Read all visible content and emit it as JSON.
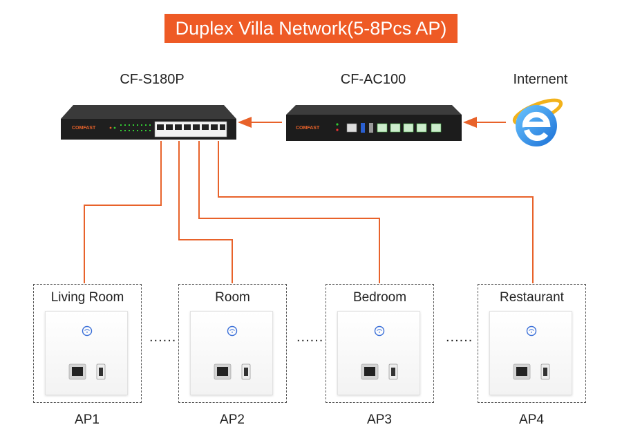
{
  "title": "Duplex Villa Network(5-8Pcs AP)",
  "devices": {
    "switch": {
      "model": "CF-S180P",
      "brand": "COMFAST"
    },
    "controller": {
      "model": "CF-AC100",
      "brand": "COMFAST"
    },
    "internet": {
      "label": "Internent",
      "icon": "internet-explorer-icon"
    }
  },
  "rooms": [
    {
      "name": "Living Room",
      "ap": "AP1"
    },
    {
      "name": "Room",
      "ap": "AP2"
    },
    {
      "name": "Bedroom",
      "ap": "AP3"
    },
    {
      "name": "Restaurant",
      "ap": "AP4"
    }
  ],
  "ellipsis": "......",
  "colors": {
    "accent": "#ee5a25",
    "wire": "#e8622a",
    "wifi_icon": "#3a6fd8",
    "device_body": "#2b2b2b"
  }
}
